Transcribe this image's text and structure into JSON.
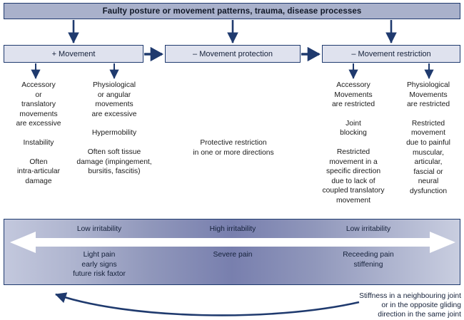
{
  "banner": {
    "text": "Faulty posture or movement patterns, trauma, disease processes"
  },
  "boxes": [
    {
      "label": "+ Movement"
    },
    {
      "label": "– Movement protection"
    },
    {
      "label": "– Movement restriction"
    }
  ],
  "columns": [
    {
      "name": "accessory-translatory-excessive",
      "groups": [
        "Accessory\nor\ntranslatory\nmovements\nare excessive",
        "Instability",
        "Often\nintra-articular\ndamage"
      ]
    },
    {
      "name": "physiological-angular-excessive",
      "groups": [
        "Physiological\nor angular\nmovements\nare excessive",
        "Hypermobility",
        "Often soft tissue\ndamage (impingement,\nbursitis, fascitis)"
      ]
    },
    {
      "name": "protective-restriction",
      "groups": [
        "Protective restriction\nin one or more directions"
      ]
    },
    {
      "name": "accessory-movements-restricted",
      "groups": [
        "Accessory\nMovements\nare restricted",
        "Joint\nblocking",
        "Restricted\nmovement in a\nspecific direction\ndue to lack of\ncoupled translatory\nmovement"
      ]
    },
    {
      "name": "physiological-movements-restricted",
      "groups": [
        "Physiological\nMovements\nare restricted",
        "Restricted\nmovement\ndue to painful\nmuscular,\narticular,\nfascial or\nneural\ndysfunction"
      ]
    }
  ],
  "irritability": {
    "top_labels": {
      "left": "Low irritability",
      "middle": "High irritability",
      "right": "Low irritability"
    },
    "bottom_labels": {
      "left": "Light pain\nearly signs\nfuture risk faxtor",
      "middle": "Severe pain",
      "right": "Receeding pain\nstiffening"
    }
  },
  "caption": {
    "text": "Stiffness in a neighbouring joint\nor in the opposite gliding\ndirection in the same joint"
  },
  "colors": {
    "navy": "#1f3a6e",
    "banner_fill": "#a9b1cb",
    "box_fill": "#dfe2ee",
    "gradient_dark": "#787fae",
    "gradient_light": "#c3c8dd"
  }
}
